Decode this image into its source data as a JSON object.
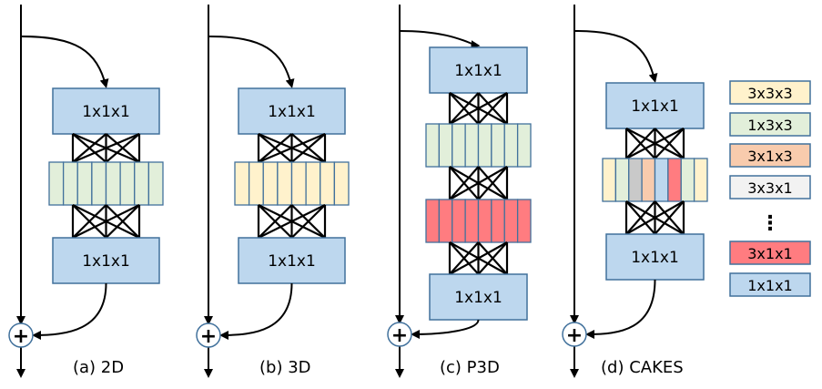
{
  "colors": {
    "conv1x1x1": "#bdd7ee",
    "conv3x3x3": "#fff2cc",
    "conv1x3x3": "#e2efda",
    "conv3x1x3": "#f8cbad",
    "conv3x3x1": "#f2f2f2",
    "conv3x1x1": "#ff7c80",
    "gray": "#c9c9c9",
    "stroke": "#41719c",
    "line": "#000000"
  },
  "panels": [
    {
      "id": "2d",
      "caption": "(a) 2D",
      "top_block": "1x1x1",
      "bottom_block": "1x1x1",
      "middle_layers": [
        [
          "conv1x3x3",
          "conv1x3x3",
          "conv1x3x3",
          "conv1x3x3",
          "conv1x3x3",
          "conv1x3x3",
          "conv1x3x3",
          "conv1x3x3"
        ]
      ]
    },
    {
      "id": "3d",
      "caption": "(b) 3D",
      "top_block": "1x1x1",
      "bottom_block": "1x1x1",
      "middle_layers": [
        [
          "conv3x3x3",
          "conv3x3x3",
          "conv3x3x3",
          "conv3x3x3",
          "conv3x3x3",
          "conv3x3x3",
          "conv3x3x3",
          "conv3x3x3"
        ]
      ]
    },
    {
      "id": "p3d",
      "caption": "(c) P3D",
      "top_block": "1x1x1",
      "bottom_block": "1x1x1",
      "middle_layers": [
        [
          "conv1x3x3",
          "conv1x3x3",
          "conv1x3x3",
          "conv1x3x3",
          "conv1x3x3",
          "conv1x3x3",
          "conv1x3x3",
          "conv1x3x3"
        ],
        [
          "conv3x1x1",
          "conv3x1x1",
          "conv3x1x1",
          "conv3x1x1",
          "conv3x1x1",
          "conv3x1x1",
          "conv3x1x1",
          "conv3x1x1"
        ]
      ]
    },
    {
      "id": "cakes",
      "caption": "(d) CAKES",
      "top_block": "1x1x1",
      "bottom_block": "1x1x1",
      "middle_layers": [
        [
          "conv3x3x3",
          "conv1x3x3",
          "gray",
          "conv3x1x3",
          "conv1x1x1",
          "conv3x1x1",
          "conv1x3x3",
          "conv3x3x3"
        ]
      ]
    }
  ],
  "legend": [
    {
      "label": "3x3x3",
      "color_key": "conv3x3x3"
    },
    {
      "label": "1x3x3",
      "color_key": "conv1x3x3"
    },
    {
      "label": "3x1x3",
      "color_key": "conv3x1x3"
    },
    {
      "label": "3x3x1",
      "color_key": "conv3x3x1"
    },
    {
      "label": "⋮",
      "color_key": null
    },
    {
      "label": "3x1x1",
      "color_key": "conv3x1x1"
    },
    {
      "label": "1x1x1",
      "color_key": "conv1x1x1"
    }
  ],
  "sum_symbol": "+"
}
